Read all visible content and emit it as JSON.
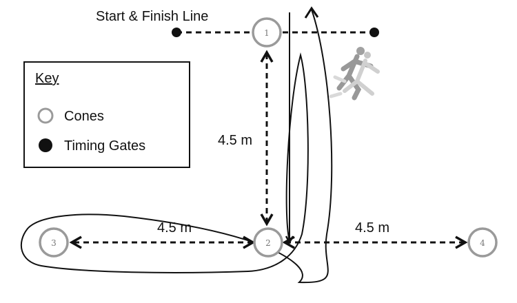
{
  "diagram": {
    "start_finish_label": "Start & Finish Line",
    "distance_vertical": "4.5 m",
    "distance_left": "4.5 m",
    "distance_right": "4.5 m",
    "cones": [
      "1",
      "2",
      "3",
      "4"
    ]
  },
  "key": {
    "title": "Key",
    "cones_label": "Cones",
    "gates_label": "Timing Gates"
  },
  "icons": {
    "runner": "runner-icon"
  }
}
